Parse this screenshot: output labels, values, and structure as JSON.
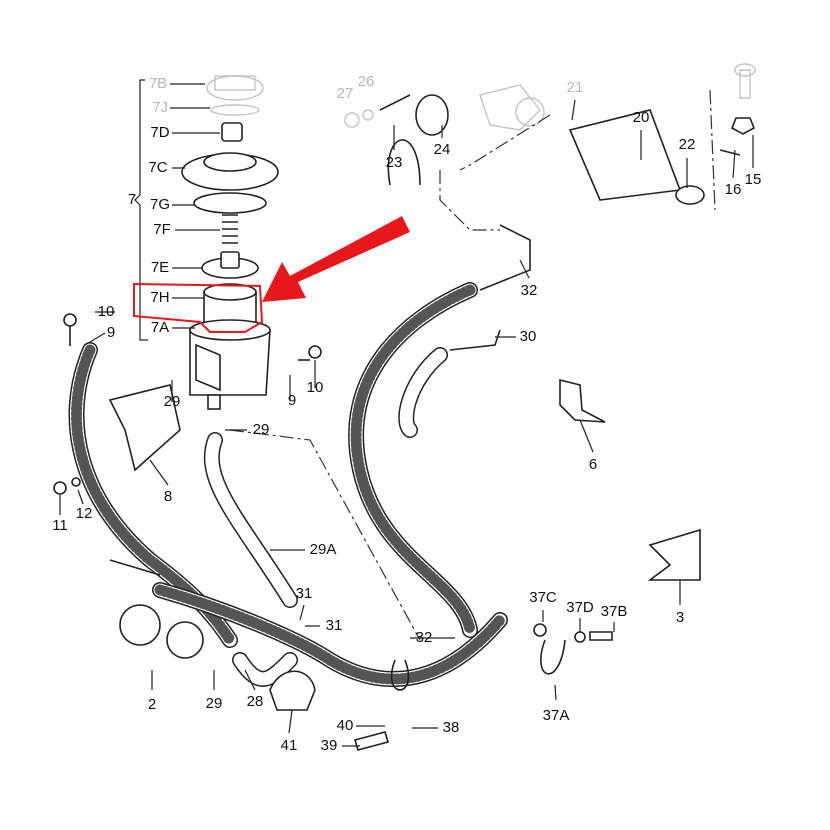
{
  "diagram": {
    "title": "Power steering reservoir and hose assembly",
    "highlight_color": "#e8171b",
    "highlighted_part": "7H",
    "labels": {
      "l7B": "7B",
      "l7J": "7J",
      "l7D": "7D",
      "l7C": "7C",
      "l7": "7",
      "l7G": "7G",
      "l7F": "7F",
      "l7E": "7E",
      "l7H": "7H",
      "l7A": "7A",
      "l10a": "10",
      "l9a": "9",
      "l29a": "29",
      "l9b": "9",
      "l10b": "10",
      "l29b": "29",
      "l8": "8",
      "l11": "11",
      "l12": "12",
      "l29A": "29A",
      "l31a": "31",
      "l31b": "31",
      "l2": "2",
      "l29c": "29",
      "l28": "28",
      "l41": "41",
      "l40": "40",
      "l39": "39",
      "l38": "38",
      "l32a": "32",
      "l37C": "37C",
      "l37D": "37D",
      "l37B": "37B",
      "l37A": "37A",
      "l3": "3",
      "l6": "6",
      "l30": "30",
      "l32b": "32",
      "l27": "27",
      "l26": "26",
      "l23": "23",
      "l24": "24",
      "l21": "21",
      "l20": "20",
      "l22": "22",
      "l16": "16",
      "l15": "15"
    }
  }
}
